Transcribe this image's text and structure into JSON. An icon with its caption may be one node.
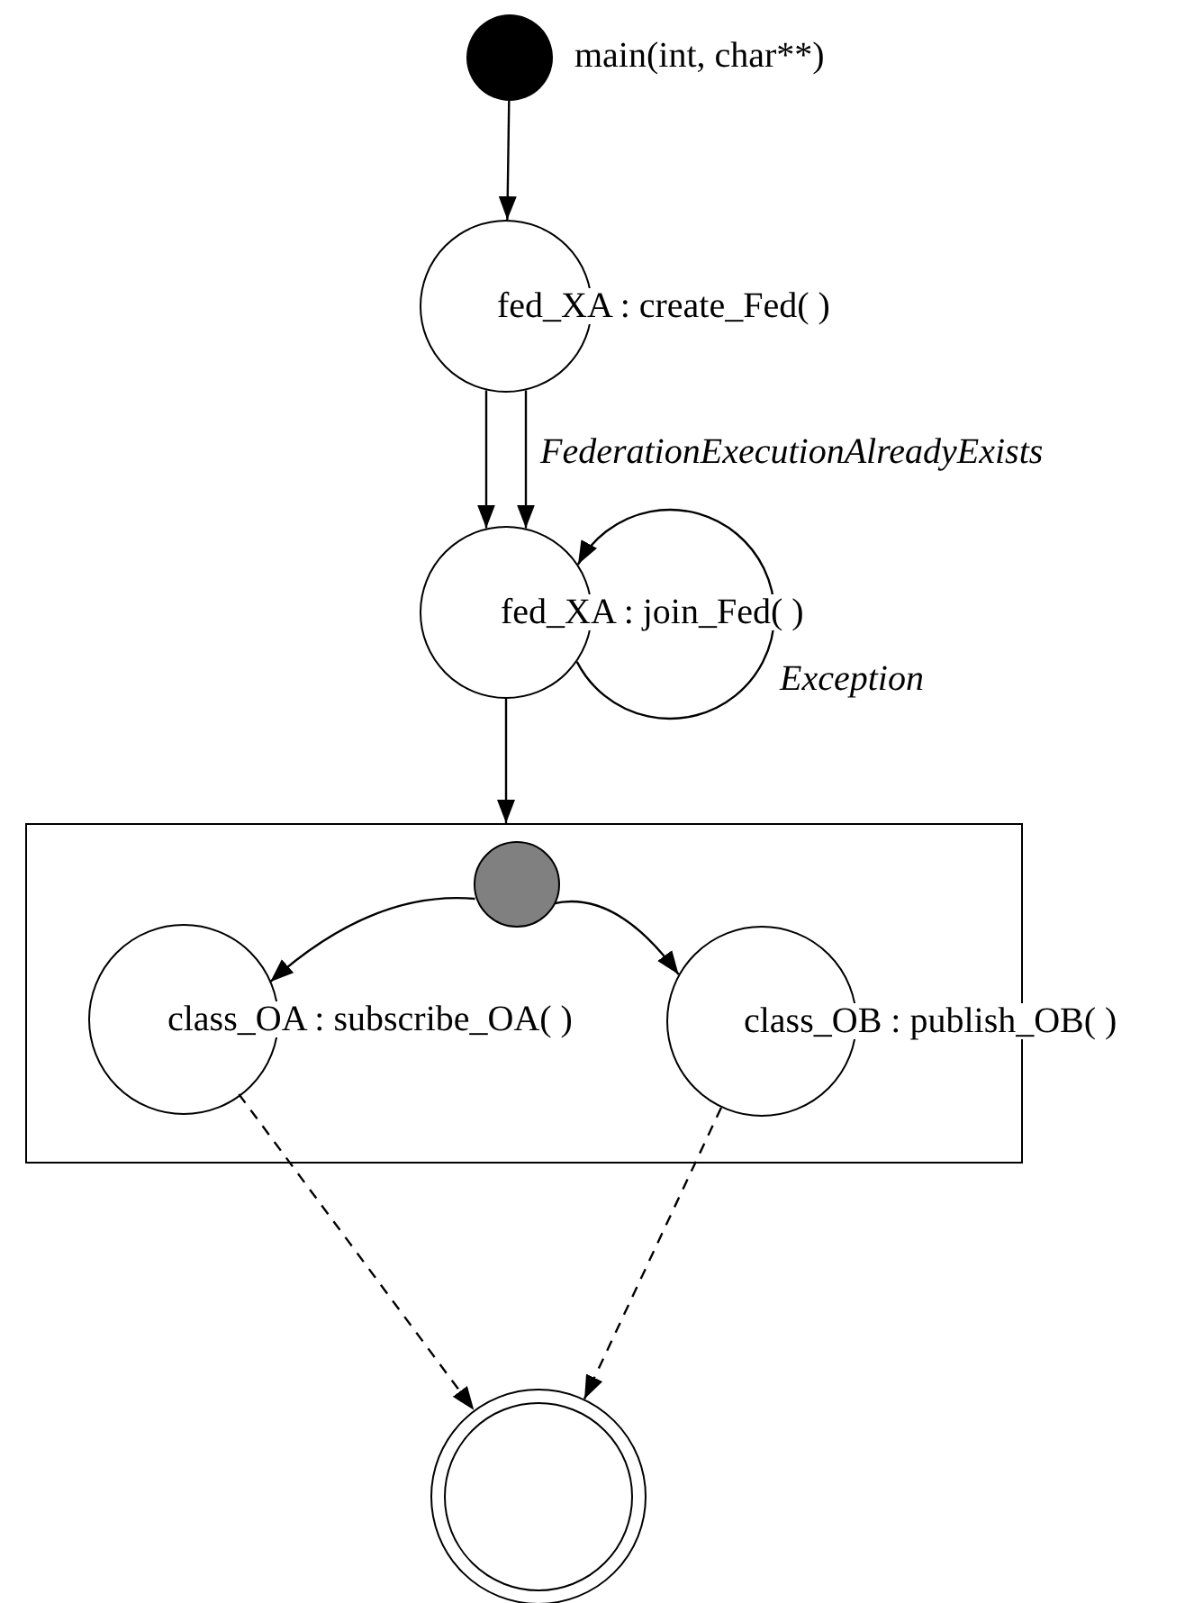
{
  "diagram": {
    "nodes": [
      {
        "text": [],
        "shape": "circle",
        "beside": [
          "main(int, char**)"
        ]
      },
      {
        "text": [
          "fed_XA : create_Fed( )"
        ]
      },
      {
        "text": [
          "fed_XA : join_Fed( )"
        ]
      },
      {
        "text": [],
        "shape": "box"
      },
      {
        "text": [],
        "shape": "circle",
        "in": 3
      },
      {
        "text": [
          "class_OA : subscribe_OA( )"
        ],
        "in": 3
      },
      {
        "text": [
          "class_OB : publish_OB( )"
        ]
      },
      {
        "text": [],
        "shape": "circle"
      }
    ],
    "edges": [
      {
        "from": 0,
        "to": 1,
        "arrow": "to"
      },
      {
        "from": 1,
        "to": 2,
        "arrow": "to"
      },
      {
        "from": 1,
        "to": 2,
        "arrow": "to",
        "label": "FederationExecutionAlreadyExists"
      },
      {
        "from": 2,
        "to": 2,
        "arrow": "to",
        "label": "Exception"
      },
      {
        "from": 2,
        "to": 3,
        "arrow": "to"
      },
      {
        "from": 4,
        "to": 5,
        "arrow": "to"
      },
      {
        "from": 4,
        "to": 6,
        "arrow": "to"
      },
      {
        "from": 5,
        "to": 7,
        "arrow": "to",
        "style": "dashed"
      },
      {
        "from": 6,
        "to": 7,
        "arrow": "to",
        "style": "dashed"
      }
    ]
  }
}
